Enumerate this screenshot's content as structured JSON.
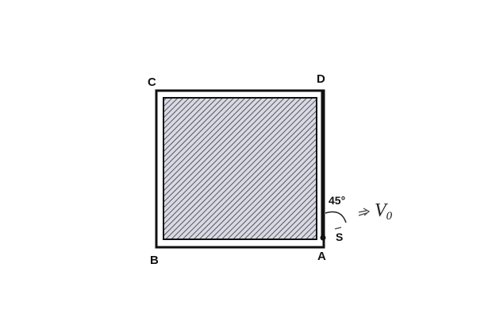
{
  "diagram": {
    "corners": {
      "a": "A",
      "b": "B",
      "c": "C",
      "d": "D"
    },
    "source_label": "S",
    "angle_label": "45°",
    "velocity_label": {
      "symbol": "V",
      "subscript": "0"
    },
    "colors": {
      "ink": "#111111",
      "hatch": "#555555",
      "fill": "#d9d9e6"
    }
  }
}
